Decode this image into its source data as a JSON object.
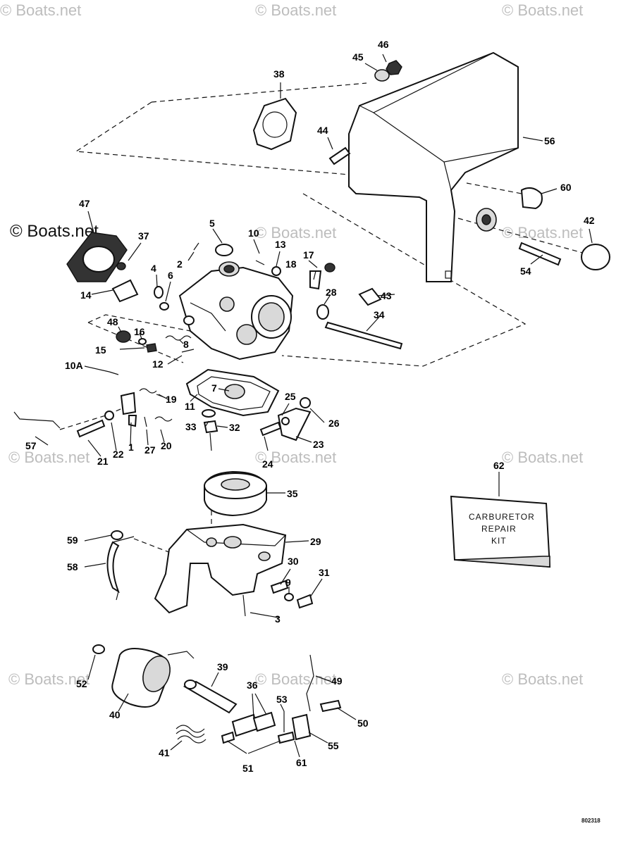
{
  "watermarks": {
    "faint": "© Boats.net",
    "prominent": "© Boats.net"
  },
  "kit_box": {
    "line1": "CARBURETOR",
    "line2": "REPAIR",
    "line3": "KIT"
  },
  "drawing_code": "802318",
  "callouts": {
    "c1": "1",
    "c2": "2",
    "c3": "3",
    "c4": "4",
    "c5": "5",
    "c6": "6",
    "c7": "7",
    "c8": "8",
    "c9": "9",
    "c10": "10",
    "c10a": "10A",
    "c11": "11",
    "c12": "12",
    "c13": "13",
    "c14": "14",
    "c15": "15",
    "c16": "16",
    "c17": "17",
    "c18": "18",
    "c19": "19",
    "c20": "20",
    "c21": "21",
    "c22": "22",
    "c23": "23",
    "c24": "24",
    "c25": "25",
    "c26": "26",
    "c27": "27",
    "c28": "28",
    "c29": "29",
    "c30": "30",
    "c31": "31",
    "c32": "32",
    "c33": "33",
    "c34": "34",
    "c35": "35",
    "c36": "36",
    "c37": "37",
    "c38": "38",
    "c39": "39",
    "c40": "40",
    "c41": "41",
    "c42": "42",
    "c43": "43",
    "c44": "44",
    "c45": "45",
    "c46": "46",
    "c47": "47",
    "c48": "48",
    "c49": "49",
    "c50": "50",
    "c51": "51",
    "c52": "52",
    "c53": "53",
    "c54": "54",
    "c55": "55",
    "c56": "56",
    "c57": "57",
    "c58": "58",
    "c59": "59",
    "c60": "60",
    "c61": "61",
    "c62": "62"
  }
}
